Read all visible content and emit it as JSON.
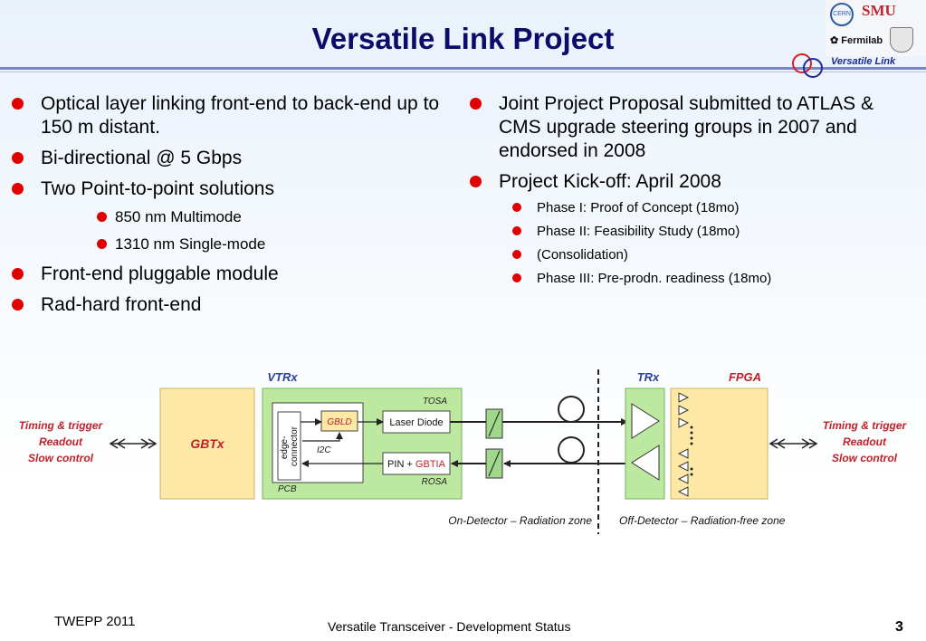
{
  "header": {
    "title": "Versatile Link Project",
    "logos": {
      "cern": "CERN",
      "smu": "SMU",
      "fermilab": "Fermilab",
      "oxford_crest_icon": "oxford-crest-icon"
    },
    "tagline": "Versatile Link"
  },
  "left_column": [
    {
      "text": "Optical layer linking front-end to back-end up to 150 m distant.",
      "level": 1
    },
    {
      "text": "Bi-directional @ 5 Gbps",
      "level": 1
    },
    {
      "text": "Two Point-to-point solutions",
      "level": 1
    },
    {
      "text": "850 nm Multimode",
      "level": 2
    },
    {
      "text": "1310 nm Single-mode",
      "level": 2
    },
    {
      "text": "Front-end pluggable module",
      "level": 1
    },
    {
      "text": "Rad-hard front-end",
      "level": 1
    }
  ],
  "right_column": [
    {
      "text": "Joint Project Proposal submitted to ATLAS & CMS upgrade steering groups in 2007 and endorsed in 2008",
      "level": 1
    },
    {
      "text": "Project Kick-off:  April 2008",
      "level": 1
    },
    {
      "text": "Phase I: Proof of Concept (18mo)",
      "level": 2
    },
    {
      "text": "Phase II: Feasibility Study (18mo)",
      "level": 2
    },
    {
      "text": "(Consolidation)",
      "level": 2
    },
    {
      "text": "Phase III: Pre-prodn. readiness (18mo)",
      "level": 2
    }
  ],
  "diagram": {
    "vtrx_label": "VTRx",
    "trx_label": "TRx",
    "fpga_label": "FPGA",
    "gbtx_label": "GBTx",
    "left_signals": [
      "Timing & trigger",
      "Readout",
      "Slow control"
    ],
    "right_signals": [
      "Timing & trigger",
      "Readout",
      "Slow control"
    ],
    "tosa_label": "TOSA",
    "rosa_label": "ROSA",
    "pcb_label": "PCB",
    "edge_connector_lines": [
      "edge-",
      "connector"
    ],
    "gbld_label": "GBLD",
    "i2c_label": "I2C",
    "laser_diode_label": "Laser Diode",
    "pin_label": "PIN + ",
    "gbtia_label": "GBTIA",
    "on_detector_label": "On-Detector – Radiation zone",
    "off_detector_label": "Off-Detector – Radiation-free zone",
    "colors": {
      "label_blue": "#2d3e9e",
      "label_red": "#c0202a",
      "gbtx_fill": "#fde9a5",
      "vtrx_fill": "#bde8a0",
      "gbld_fill": "#fde8a5"
    }
  },
  "footer": {
    "event": "TWEPP 2011",
    "subtitle": "Versatile Transceiver - Development Status",
    "page": "3"
  }
}
